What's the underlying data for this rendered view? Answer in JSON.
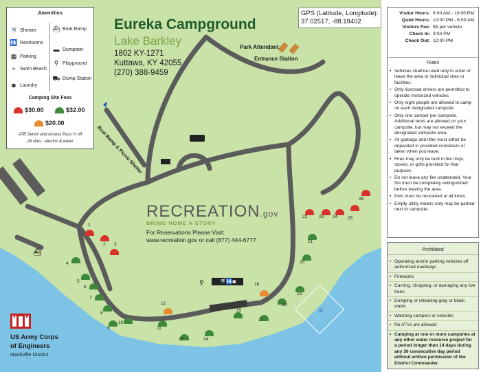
{
  "campground": {
    "name": "Eureka Campground",
    "lake": "Lake Barkley",
    "address_line1": "1802 KY-1271",
    "address_line2": "Kuttawa, KY 42055",
    "phone": "(270) 388-9459"
  },
  "gps": {
    "label": "GPS (Latitude, Longitude):",
    "value": "37.02517, -88.19402"
  },
  "amenities": {
    "title": "Amenities",
    "items": [
      {
        "label": "Shower",
        "icon": "shower-icon"
      },
      {
        "label": "Restrooms",
        "icon": "restrooms-icon"
      },
      {
        "label": "Parking",
        "icon": "parking-icon"
      },
      {
        "label": "Swim Beach",
        "icon": "swimmer-icon"
      },
      {
        "label": "Laundry",
        "icon": "laundry-icon"
      },
      {
        "label": "Boat Ramp",
        "icon": "boat-ramp-icon"
      },
      {
        "label": "Dumpster",
        "icon": "dumpster-icon"
      },
      {
        "label": "Playground",
        "icon": "playground-icon"
      },
      {
        "label": "Dump Station",
        "icon": "dump-station-icon"
      }
    ]
  },
  "fees": {
    "title": "Camping Site Fees",
    "items": [
      {
        "price": "$30.00",
        "color": "#d8332b"
      },
      {
        "price": "$32.00",
        "color": "#3f8a3a"
      },
      {
        "price": "$20.00",
        "color": "#e88a2e"
      }
    ],
    "note1": "ATB Senior and Access Pass ½ off",
    "note2": "All sites - electric & water"
  },
  "map_labels": {
    "park_attendant": "Park Attendant",
    "entrance_station": "Entrance Station",
    "boat_ramp_road": "Boat Ramp & Picnic Shelter"
  },
  "recreation": {
    "logo": "RECREATION",
    "gov": ".gov",
    "tagline": "BRING HOME A STORY",
    "reserve1": "For Reservations Please Visit:",
    "reserve2": "www.recreation.gov or call (877) 444-6777"
  },
  "corps": {
    "name1": "US Army Corps",
    "name2": "of Engineers",
    "district": "Nashville District"
  },
  "sites": [
    {
      "n": "1",
      "color": "#d8332b"
    },
    {
      "n": "2",
      "color": "#d8332b"
    },
    {
      "n": "3",
      "color": "#d8332b"
    },
    {
      "n": "4",
      "color": "#3f8a3a"
    },
    {
      "n": "5",
      "color": "#3f8a3a"
    },
    {
      "n": "6",
      "color": "#3f8a3a"
    },
    {
      "n": "7",
      "color": "#3f8a3a"
    },
    {
      "n": "8",
      "color": "#3f8a3a"
    },
    {
      "n": "9",
      "color": "#3f8a3a"
    },
    {
      "n": "10",
      "color": "#3f8a3a"
    },
    {
      "n": "11",
      "color": "#3f8a3a"
    },
    {
      "n": "12",
      "color": "#e88a2e"
    },
    {
      "n": "13",
      "color": "#3f8a3a"
    },
    {
      "n": "14",
      "color": "#3f8a3a"
    },
    {
      "n": "15",
      "color": "#3f8a3a"
    },
    {
      "n": "16",
      "color": "#e88a2e"
    },
    {
      "n": "17",
      "color": "#3f8a3a"
    },
    {
      "n": "18",
      "color": "#3f8a3a"
    },
    {
      "n": "19",
      "color": "#3f8a3a"
    },
    {
      "n": "20",
      "color": "#3f8a3a"
    },
    {
      "n": "21",
      "color": "#3f8a3a"
    },
    {
      "n": "22",
      "color": "#d8332b"
    },
    {
      "n": "23",
      "color": "#d8332b"
    },
    {
      "n": "24",
      "color": "#d8332b"
    },
    {
      "n": "25",
      "color": "#d8332b"
    },
    {
      "n": "26",
      "color": "#d8332b"
    }
  ],
  "hours": [
    {
      "k": "Visitor Hours:",
      "v": "6:00 AM - 10:00 PM"
    },
    {
      "k": "Quiet Hours:",
      "v": "10:00 PM - 6:00 AM"
    },
    {
      "k": "Visitors Fee:",
      "v": "$5 per vehicle"
    },
    {
      "k": "Check In:",
      "v": "3:00 PM"
    },
    {
      "k": "Check Out:",
      "v": "12:00 PM"
    }
  ],
  "rules": {
    "title": "Rules",
    "items": [
      "Vehicles shall be used only to enter or leave the area or individual sites or facilities.",
      "Only licensed drivers are permitted to operate motorized vehicles.",
      "Only eight people are allowed to camp on each designated campsite.",
      "Only one camper per campsite. Additional tents are allowed on your campsite, but may not exceed the designated campsite area.",
      "All garbage and litter must either be deposited in provided containers or taken when you leave.",
      "Fires may only be built in fire rings, stoves, or grills provided for that purpose.",
      "Do not leave any fire unattended. Your fire must be completely extinguished before leaving the area.",
      "Pets must be restrained at all times.",
      "Empty utility trailers only may be parked next to campsite."
    ]
  },
  "prohibited": {
    "title": "Prohibited",
    "items": [
      "Operating and/or parking vehicles off authorized roadways",
      "Fireworks",
      "Carving, chopping, or damaging any live trees",
      "Dumping or releasing gray or black water",
      "Washing campers or vehicles",
      "No ATVs are allowed"
    ],
    "strong": "Camping at one or more campsites at any other water resource project for a period longer than 14 days during any 30 consecutive day period without written permission of the District Commander."
  }
}
